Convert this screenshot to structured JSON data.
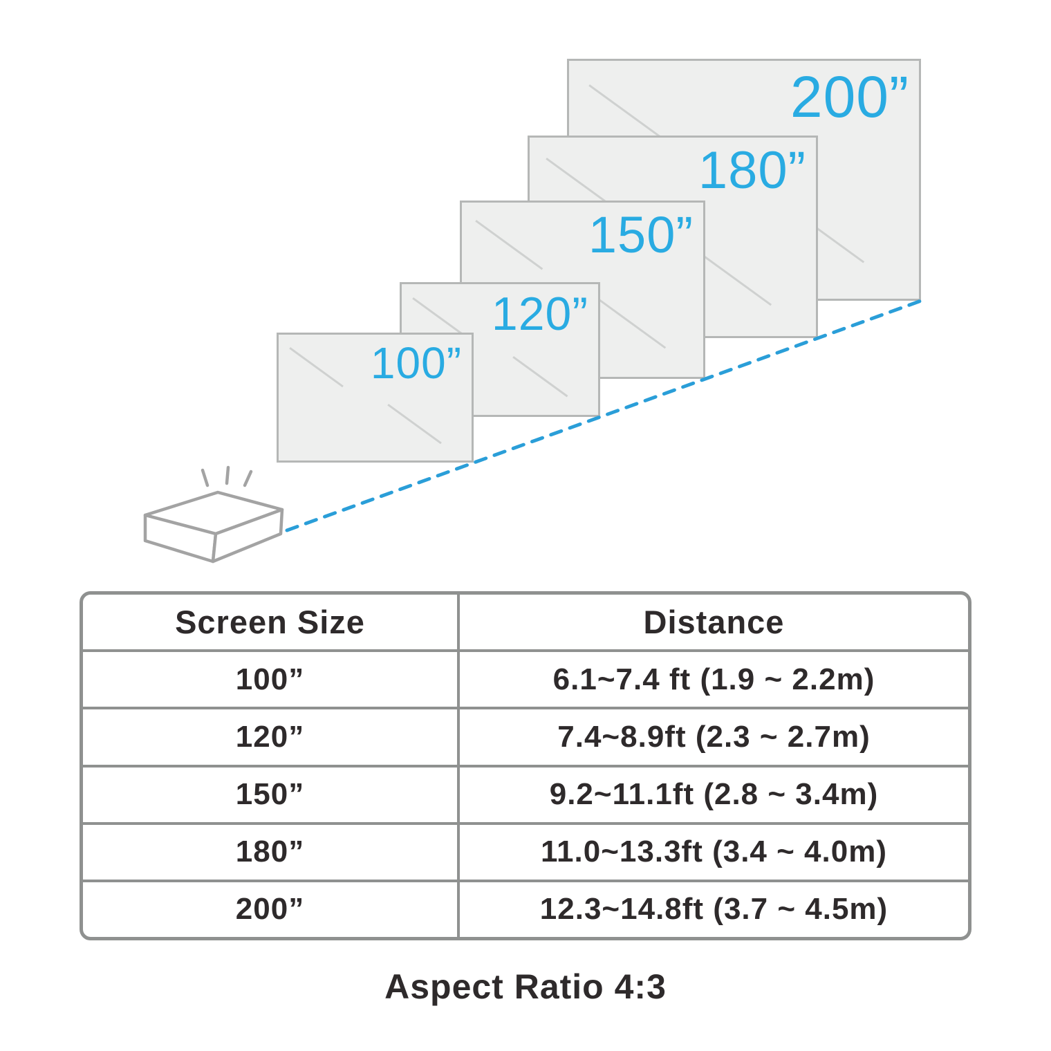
{
  "screens": [
    {
      "label": "100”"
    },
    {
      "label": "120”"
    },
    {
      "label": "150”"
    },
    {
      "label": "180”"
    },
    {
      "label": "200”"
    }
  ],
  "table": {
    "headers": [
      "Screen Size",
      "Distance"
    ],
    "rows": [
      {
        "size": "100”",
        "distance": "6.1~7.4 ft (1.9 ~ 2.2m)"
      },
      {
        "size": "120”",
        "distance": "7.4~8.9ft (2.3 ~ 2.7m)"
      },
      {
        "size": "150”",
        "distance": "9.2~11.1ft (2.8 ~ 3.4m)"
      },
      {
        "size": "180”",
        "distance": "11.0~13.3ft (3.4 ~ 4.0m)"
      },
      {
        "size": "200”",
        "distance": "12.3~14.8ft (3.7 ~ 4.5m)"
      }
    ],
    "footnote": "Aspect Ratio 4:3"
  },
  "colors": {
    "accent": "#29abe2",
    "screen_fill": "#eeefee",
    "screen_border": "#b5b7b6",
    "table_border": "#8f9190",
    "text": "#2e2a2b"
  }
}
